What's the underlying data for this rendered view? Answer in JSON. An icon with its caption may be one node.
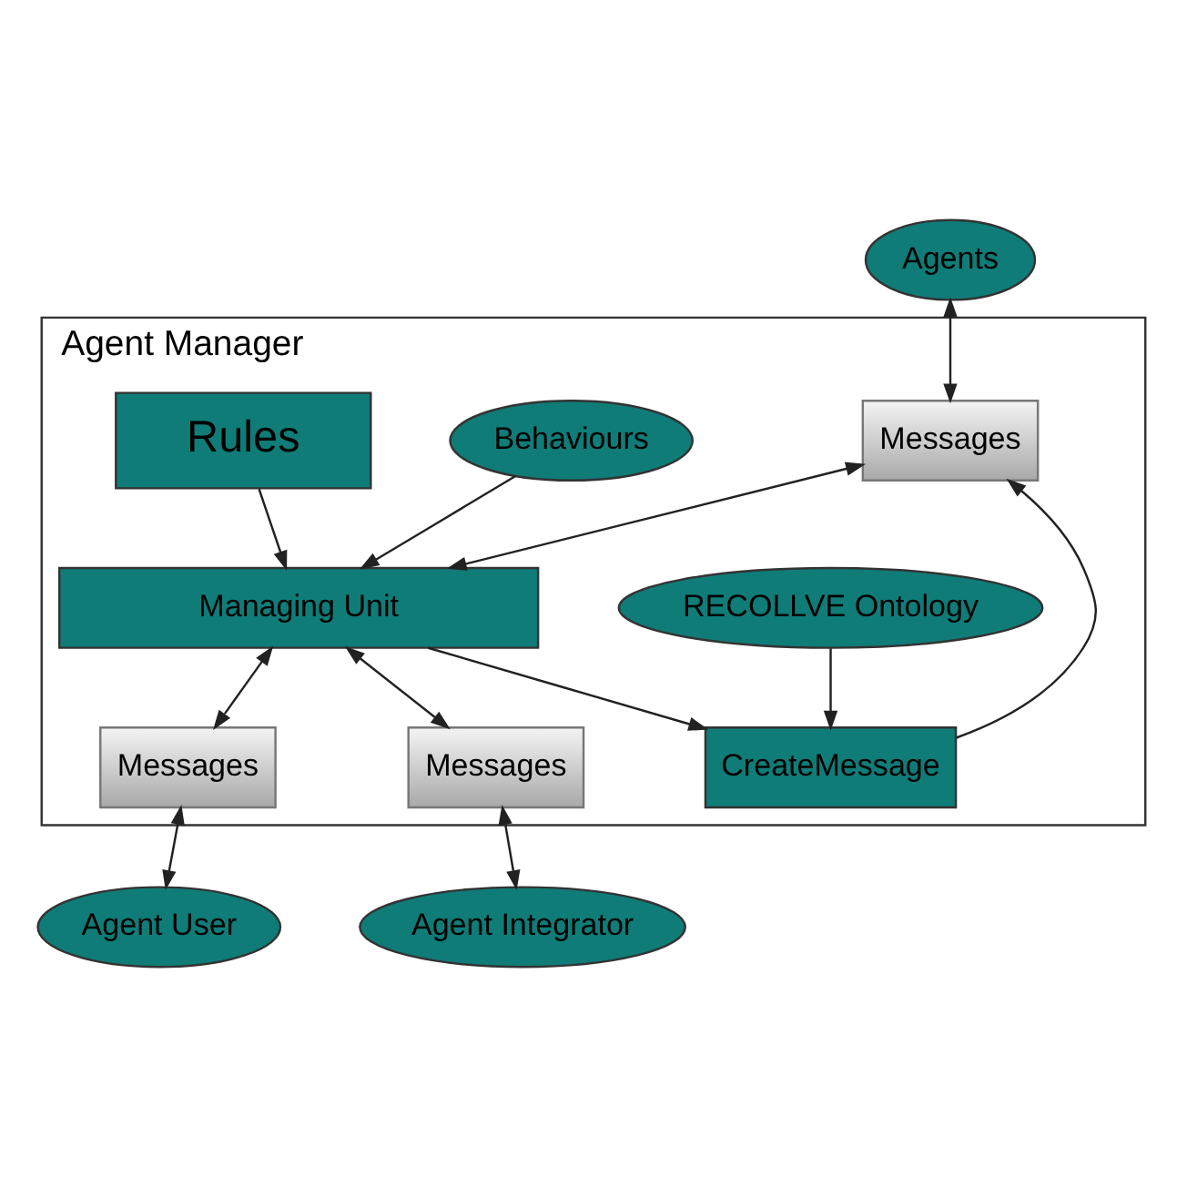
{
  "diagram": {
    "nodes": [
      {
        "text": [
          "Agents"
        ]
      },
      {
        "text": [
          "Agent Manager"
        ]
      },
      {
        "text": [
          "Messages"
        ],
        "in": 1
      },
      {
        "text": [
          "RECOLLVE Ontology"
        ],
        "in": 1
      },
      {
        "text": [
          "CreateMessage"
        ],
        "in": 1
      },
      {
        "text": [
          "Behaviours"
        ],
        "in": 1
      },
      {
        "text": [
          "Managing Unit"
        ],
        "in": 1
      },
      {
        "text": [
          "Rules"
        ],
        "in": 1
      },
      {
        "text": [
          "Messages"
        ],
        "in": 1
      },
      {
        "text": [
          "Messages"
        ],
        "in": 1
      },
      {
        "text": [
          "Agent User"
        ]
      },
      {
        "text": [
          "Agent Integrator"
        ]
      }
    ],
    "edges": [
      {
        "from": 0,
        "to": 2,
        "arrow": "both"
      },
      {
        "from": 4,
        "to": 2,
        "arrow": "to"
      },
      {
        "from": 2,
        "to": 6,
        "arrow": "both"
      },
      {
        "from": 3,
        "to": 4,
        "arrow": "to"
      },
      {
        "from": 6,
        "to": 4,
        "arrow": "to"
      },
      {
        "from": 5,
        "to": 6,
        "arrow": "to"
      },
      {
        "from": 7,
        "to": 6,
        "arrow": "to"
      },
      {
        "from": 6,
        "to": 8,
        "arrow": "both"
      },
      {
        "from": 6,
        "to": 9,
        "arrow": "both"
      },
      {
        "from": 8,
        "to": 10,
        "arrow": "both"
      },
      {
        "from": 9,
        "to": 11,
        "arrow": "both"
      }
    ]
  }
}
